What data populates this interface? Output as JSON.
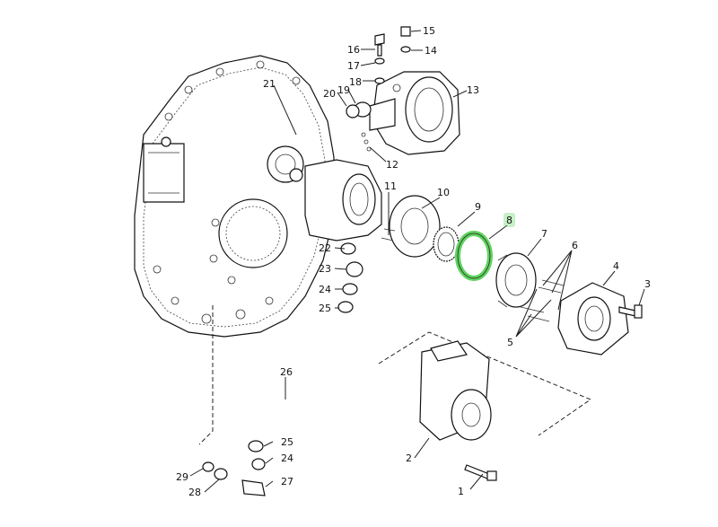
{
  "diagram": {
    "highlight_color": "#5fd35f",
    "highlighted_part": "8",
    "callouts": [
      "1",
      "2",
      "3",
      "4",
      "5",
      "6",
      "7",
      "8",
      "9",
      "10",
      "11",
      "12",
      "13",
      "14",
      "15",
      "16",
      "17",
      "18",
      "19",
      "20",
      "21",
      "22",
      "23",
      "24",
      "25",
      "26",
      "24",
      "25",
      "27",
      "28",
      "29"
    ]
  }
}
